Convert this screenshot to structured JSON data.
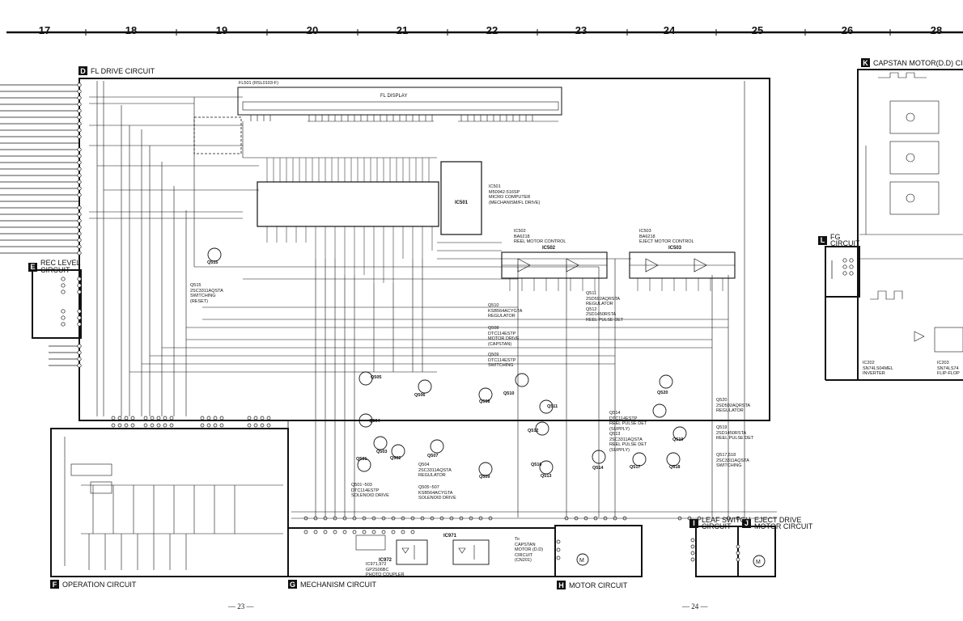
{
  "grid_numbers": [
    "17",
    "18",
    "19",
    "20",
    "21",
    "22",
    "23",
    "24",
    "25",
    "26",
    "28"
  ],
  "sections": {
    "D": {
      "letter": "D",
      "name": "FL DRIVE CIRCUIT"
    },
    "E": {
      "letter": "E",
      "name_line1": "REC LEVEL",
      "name_line2": "CIRCUIT"
    },
    "F": {
      "letter": "F",
      "name": "OPERATION CIRCUIT"
    },
    "G": {
      "letter": "G",
      "name": "MECHANISM CIRCUIT"
    },
    "H": {
      "letter": "H",
      "name": "MOTOR CIRCUIT"
    },
    "I": {
      "letter": "I",
      "name_line1": "LEAF SWITCH",
      "name_line2": "CIRCUIT"
    },
    "J": {
      "letter": "J",
      "name_line1": "EJECT DRIVE",
      "name_line2": "MOTOR CIRCUIT"
    },
    "K": {
      "letter": "K",
      "name": "CAPSTAN MOTOR(D.D) CIRC"
    },
    "L": {
      "letter": "L",
      "name_line1": "FG",
      "name_line2": "CIRCUIT"
    }
  },
  "fl_display": {
    "ref": "FL501 (RSL0103-F)",
    "label": "FL DISPLAY"
  },
  "ic501": {
    "ref": "IC501",
    "line1": "IC501",
    "line2": "M50942-516SP",
    "line3": "MICRO COMPUTER",
    "line4": "(MECHANISM/FL DRIVE)"
  },
  "ic502": {
    "ref": "IC502",
    "line1": "IC502",
    "line2": "BA6218",
    "line3": "REEL MOTOR CONTROL"
  },
  "ic503": {
    "ref": "IC503",
    "line1": "IC503",
    "line2": "BA6218",
    "line3": "EJECT MOTOR CONTROL"
  },
  "notes": {
    "q515": [
      "Q515",
      "2SC3311AQSTA",
      "SWITCHING",
      "(RESET)"
    ],
    "q510": [
      "Q510",
      "KSB564ACYGTA",
      "REGULATOR"
    ],
    "q508": [
      "Q508",
      "DTC114ESTP",
      "MOTOR DRIVE",
      "(CAPSTAN)"
    ],
    "q509": [
      "Q509",
      "DTC114ESTP",
      "SWITCHING"
    ],
    "q511": [
      "Q511",
      "2SD592AQRSTA",
      "REGULATOR",
      "Q512",
      "2SD1450RSTA",
      "REEL PULSE DET"
    ],
    "q520": [
      "Q520",
      "2SD592AQRSTA",
      "REGULATOR"
    ],
    "q519": [
      "Q519",
      "2SD1450RSTA",
      "REEL PULSE DET"
    ],
    "q517": [
      "Q517,518",
      "2SC3311AQSTA",
      "SWITCHING"
    ],
    "q514": [
      "Q514",
      "DTC114ESTP",
      "REEL PULSE DET",
      "(SUPPLY)",
      "Q513",
      "2SC3311AQSTA",
      "REEL PULSE DET",
      "(SUPPLY)"
    ],
    "q501": [
      "Q501~503",
      "DTC114ESTP",
      "SOLENOID DRIVE"
    ],
    "q504": [
      "Q504",
      "2SC3311AQSTA",
      "REGULATOR"
    ],
    "q505": [
      "Q505~507",
      "KSB564ACYGTA",
      "SOLENOID DRIVE"
    ],
    "ic971": [
      "IC971,972",
      "GP2S06BC",
      "PHOTO COUPLER"
    ],
    "capstan_ref": [
      "To",
      "CAPSTAN",
      "MOTOR (D.D)",
      "CIRCUIT",
      "(CN201)"
    ],
    "ic202": [
      "IC202",
      "SN74LS04MEL",
      "INVERTER"
    ],
    "ic203": [
      "IC203",
      "SN74LS74",
      "FLIP-FLOP"
    ]
  },
  "transistors": [
    "Q515",
    "Q505",
    "Q506",
    "Q504",
    "Q503",
    "Q502",
    "Q501",
    "Q507",
    "Q508",
    "Q509",
    "Q510",
    "Q511",
    "Q512",
    "Q513",
    "Q514",
    "Q516",
    "Q517",
    "Q518",
    "Q519",
    "Q520"
  ],
  "chips": [
    "IC972",
    "IC971"
  ],
  "page_numbers": {
    "left": "— 23 —",
    "right": "— 24 —"
  },
  "colors": {
    "ink": "#111111",
    "background": "#ffffff"
  }
}
